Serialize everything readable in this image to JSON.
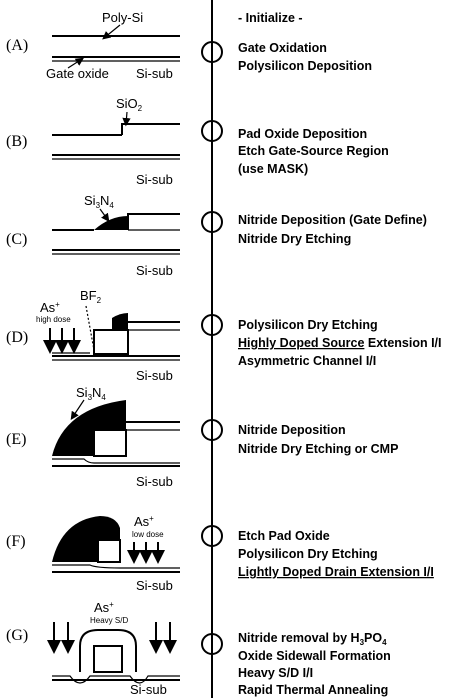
{
  "header": {
    "initialize": "- Initialize -"
  },
  "labels": {
    "poly_si": "Poly-Si",
    "gate_oxide": "Gate oxide",
    "si_sub": "Si-sub",
    "sio2": "SiO",
    "sio2_sub": "2",
    "si": "Si",
    "si_3": "3",
    "n": "N",
    "n_4": "4",
    "bf": "BF",
    "bf_2": "2",
    "as": "As",
    "as_plus": "+",
    "high_dose": "high dose",
    "low_dose": "low dose",
    "heavy_sd": "Heavy S/D"
  },
  "steps": [
    {
      "id": "(A)",
      "lines": [
        "Gate Oxidation",
        "Polysilicon Deposition"
      ]
    },
    {
      "id": "(B)",
      "lines": [
        "Pad Oxide Deposition",
        "Etch Gate-Source Region",
        "(use MASK)"
      ]
    },
    {
      "id": "(C)",
      "lines": [
        "Nitride Deposition (Gate Define)",
        "Nitride Dry Etching"
      ]
    },
    {
      "id": "(D)",
      "lines": [
        "Polysilicon Dry Etching",
        "Highly Doped Source",
        " Extension I/I",
        "Asymmetric Channel I/I"
      ]
    },
    {
      "id": "(E)",
      "lines": [
        "Nitride Deposition",
        "Nitride Dry Etching or CMP"
      ]
    },
    {
      "id": "(F)",
      "lines": [
        "Etch Pad Oxide",
        "Polysilicon Dry Etching",
        "Lightly Doped Drain Extension I/I"
      ]
    },
    {
      "id": "(G)",
      "lines": [
        "Nitride removal by H",
        "3",
        "PO",
        "4",
        "Oxide Sidewall Formation",
        "Heavy S/D I/I",
        "Rapid Thermal Annealing"
      ]
    }
  ]
}
